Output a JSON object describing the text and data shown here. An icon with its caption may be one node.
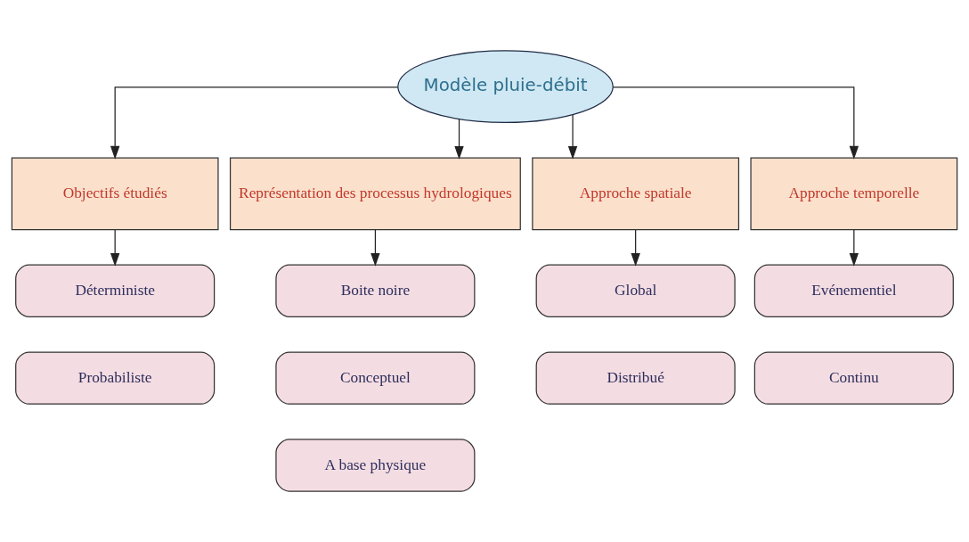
{
  "diagram": {
    "nodes": [
      {
        "text": [
          "Modèle pluie-débit"
        ]
      },
      {
        "text": [
          "Objectifs étudiés"
        ]
      },
      {
        "text": [
          "Représentation des processus hydrologiques"
        ]
      },
      {
        "text": [
          "Approche spatiale"
        ]
      },
      {
        "text": [
          "Approche temporelle"
        ]
      },
      {
        "text": [
          "Déterministe"
        ]
      },
      {
        "text": [
          "Probabiliste"
        ]
      },
      {
        "text": [
          "Boite noire"
        ]
      },
      {
        "text": [
          "Conceptuel"
        ]
      },
      {
        "text": [
          "A base physique"
        ]
      },
      {
        "text": [
          "Global"
        ]
      },
      {
        "text": [
          "Distribué"
        ]
      },
      {
        "text": [
          "Evénementiel"
        ]
      },
      {
        "text": [
          "Continu"
        ]
      }
    ],
    "edges": [
      {
        "from": 0,
        "to": 1,
        "arrow": "to"
      },
      {
        "from": 0,
        "to": 2,
        "arrow": "to"
      },
      {
        "from": 0,
        "to": 3,
        "arrow": "to"
      },
      {
        "from": 0,
        "to": 4,
        "arrow": "to"
      },
      {
        "from": 1,
        "to": 5,
        "arrow": "to"
      },
      {
        "from": 2,
        "to": 7,
        "arrow": "to"
      },
      {
        "from": 3,
        "to": 10,
        "arrow": "to"
      },
      {
        "from": 4,
        "to": 12,
        "arrow": "to"
      }
    ]
  }
}
